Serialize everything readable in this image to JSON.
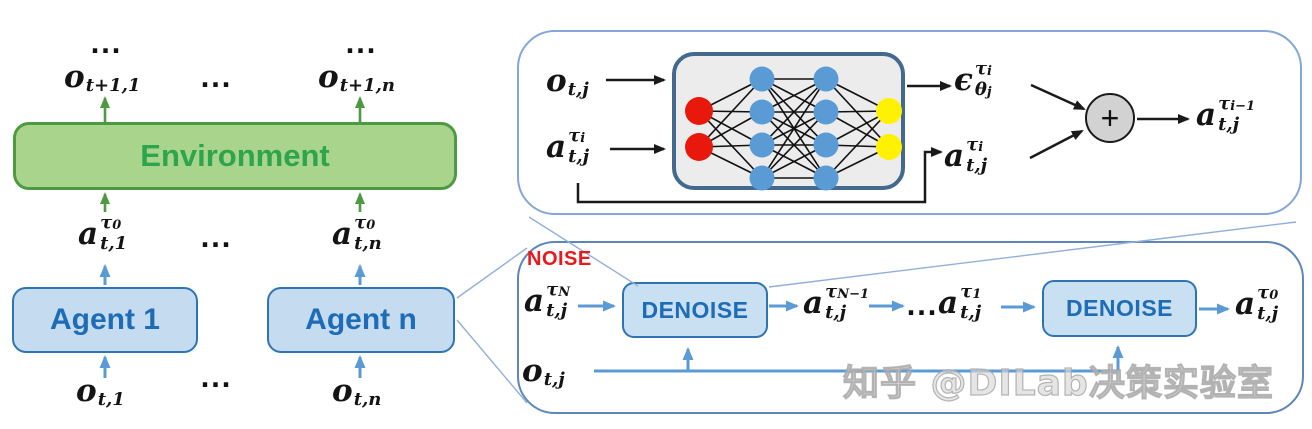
{
  "palette": {
    "env_fill": "#A9D48C",
    "env_border": "#4E9A43",
    "env_text": "#2EA44C",
    "agent_fill": "#C4DBF0",
    "agent_border": "#2E75B6",
    "agent_text": "#1E6CB5",
    "denoise_fill": "#C9DFF2",
    "denoise_border": "#2E74B5",
    "denoise_text": "#1E6CB5",
    "noise_text": "#E8191C",
    "arrow_green": "#4E9A43",
    "arrow_blue": "#5B9BD5",
    "arrow_black": "#1A1A1A",
    "leader_line": "#91AFD9",
    "outer_box_border_top": "#84A7D8",
    "outer_box_border_bottom": "#5E86B8",
    "nn_box_fill": "#ECECEC",
    "nn_box_border": "#44698F",
    "nn_input": "#E8190C",
    "nn_hidden": "#5B9BD5",
    "nn_output": "#FFF101",
    "plus_fill": "#D2D2D2",
    "watermark_color": "#C8C8C8"
  },
  "left": {
    "environment_label": "Environment",
    "agent1_label": "Agent 1",
    "agentn_label": "Agent n",
    "ellipsis": "...",
    "obs_next_1": {
      "base": "o",
      "sub": "t+1,1"
    },
    "obs_next_n": {
      "base": "o",
      "sub": "t+1,n"
    },
    "act_1": {
      "base": "a",
      "sup": "τ",
      "sup_idx": "0",
      "sub": "t,1"
    },
    "act_n": {
      "base": "a",
      "sup": "τ",
      "sup_idx": "0",
      "sub": "t,n"
    },
    "obs_1": {
      "base": "o",
      "sub": "t,1"
    },
    "obs_n": {
      "base": "o",
      "sub": "t,n"
    }
  },
  "top_box": {
    "input_obs": {
      "base": "o",
      "sub": "t,j"
    },
    "input_act": {
      "base": "a",
      "sup": "τ",
      "sup_idx": "i",
      "sub": "t,j"
    },
    "noise_pred": {
      "base": "ϵ",
      "sup": "τ",
      "sup_idx": "i",
      "sub": "θ",
      "sub_idx": "j"
    },
    "skip_act": {
      "base": "a",
      "sup": "τ",
      "sup_idx": "i",
      "sub": "t,j"
    },
    "output_act": {
      "base": "a",
      "sup": "τ",
      "sup_idx": "i−1",
      "sub": "t,j"
    },
    "plus_label": "+"
  },
  "bottom_box": {
    "noise_label": "NOISE",
    "denoise1_label": "DENOISE",
    "denoise2_label": "DENOISE",
    "ellipsis": "...",
    "act_tauN": {
      "base": "a",
      "sup": "τ",
      "sup_idx": "N",
      "sub": "t,j"
    },
    "act_tauN1": {
      "base": "a",
      "sup": "τ",
      "sup_idx": "N−1",
      "sub": "t,j"
    },
    "act_tau1": {
      "base": "a",
      "sup": "τ",
      "sup_idx": "1",
      "sub": "t,j"
    },
    "act_tau0": {
      "base": "a",
      "sup": "τ",
      "sup_idx": "0",
      "sub": "t,j"
    },
    "obs": {
      "base": "o",
      "sub": "t,j"
    }
  },
  "watermark": "知乎 @DILab决策实验室"
}
